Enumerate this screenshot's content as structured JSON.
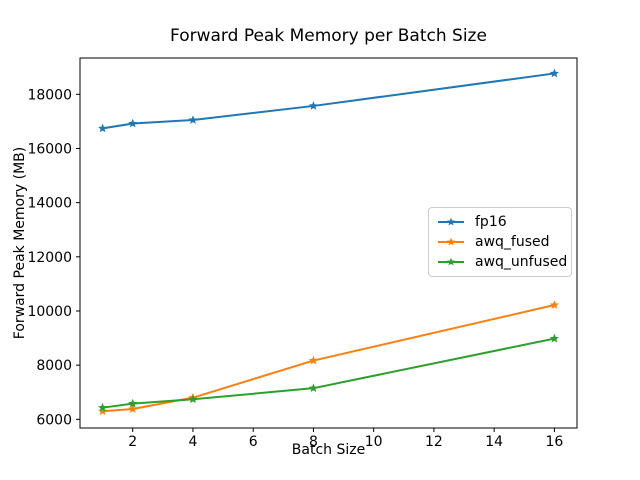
{
  "chart_data": {
    "type": "line",
    "title": "Forward Peak Memory per Batch Size",
    "xlabel": "Batch Size",
    "ylabel": "Forward Peak Memory (MB)",
    "x": [
      1,
      2,
      4,
      8,
      16
    ],
    "series": [
      {
        "name": "fp16",
        "color": "#1f77b4",
        "marker": "star",
        "values": [
          16740,
          16920,
          17050,
          17570,
          18770
        ]
      },
      {
        "name": "awq_fused",
        "color": "#ff7f0e",
        "marker": "star",
        "values": [
          6300,
          6380,
          6800,
          8170,
          10220
        ]
      },
      {
        "name": "awq_unfused",
        "color": "#2ca02c",
        "marker": "star",
        "values": [
          6430,
          6580,
          6740,
          7150,
          8980
        ]
      }
    ],
    "xticks": [
      2,
      4,
      6,
      8,
      10,
      12,
      14,
      16
    ],
    "yticks": [
      6000,
      8000,
      10000,
      12000,
      14000,
      16000,
      18000
    ],
    "xlim": [
      0.25,
      16.75
    ],
    "ylim": [
      5680,
      19340
    ],
    "grid": false,
    "legend_position": "center-right",
    "background_color": "#ffffff",
    "spine_color": "#000000"
  }
}
